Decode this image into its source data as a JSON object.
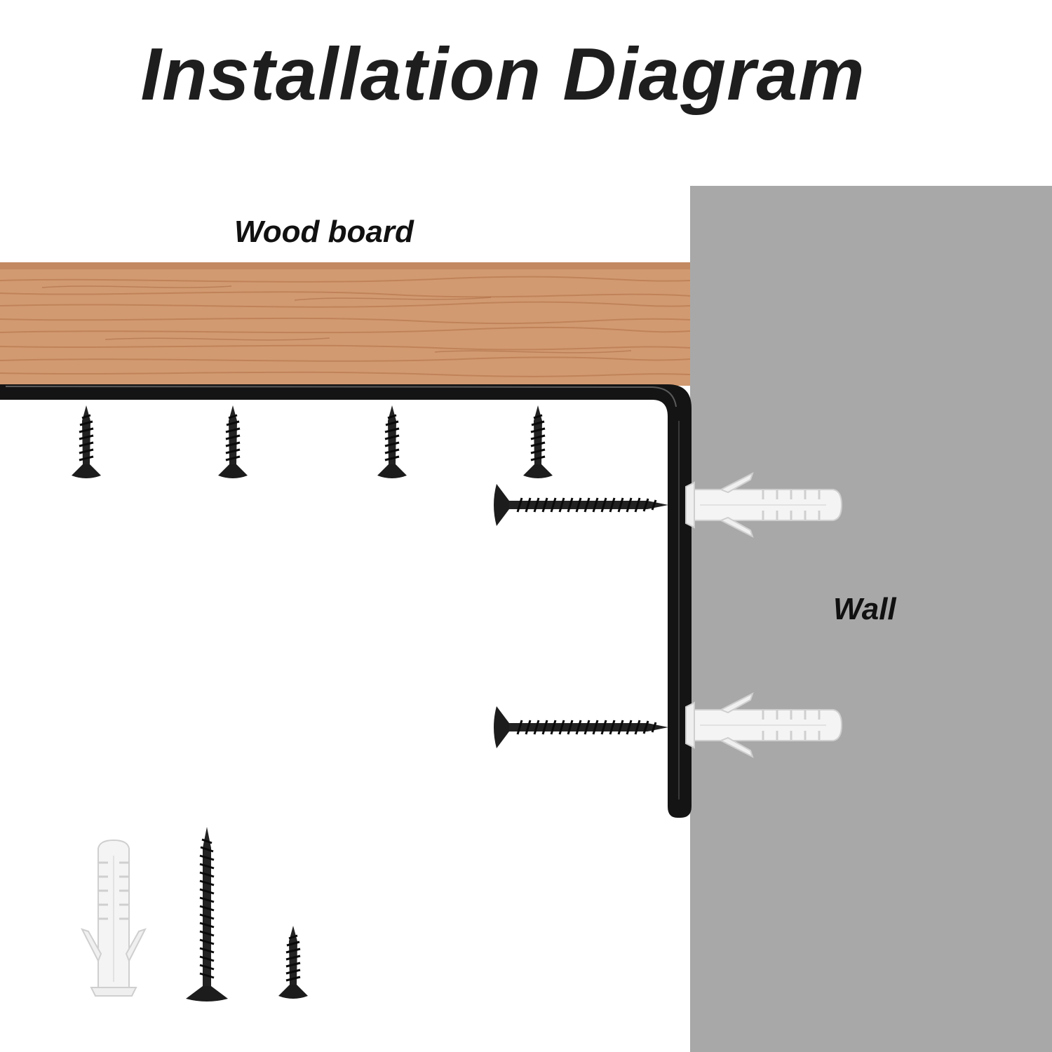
{
  "title": "Installation Diagram",
  "labels": {
    "wood_board": "Wood board",
    "wall": "Wall"
  },
  "colors": {
    "background": "#ffffff",
    "wall": "#a8a8a8",
    "wood": "#d29a71",
    "wood_grain": "#b97a4f",
    "bracket": "#141414",
    "screw": "#1c1c1c",
    "anchor": "#f4f4f4"
  },
  "parts": {
    "short_screws_count": 4,
    "wall_screws_count": 2,
    "wall_anchors_count": 2
  }
}
